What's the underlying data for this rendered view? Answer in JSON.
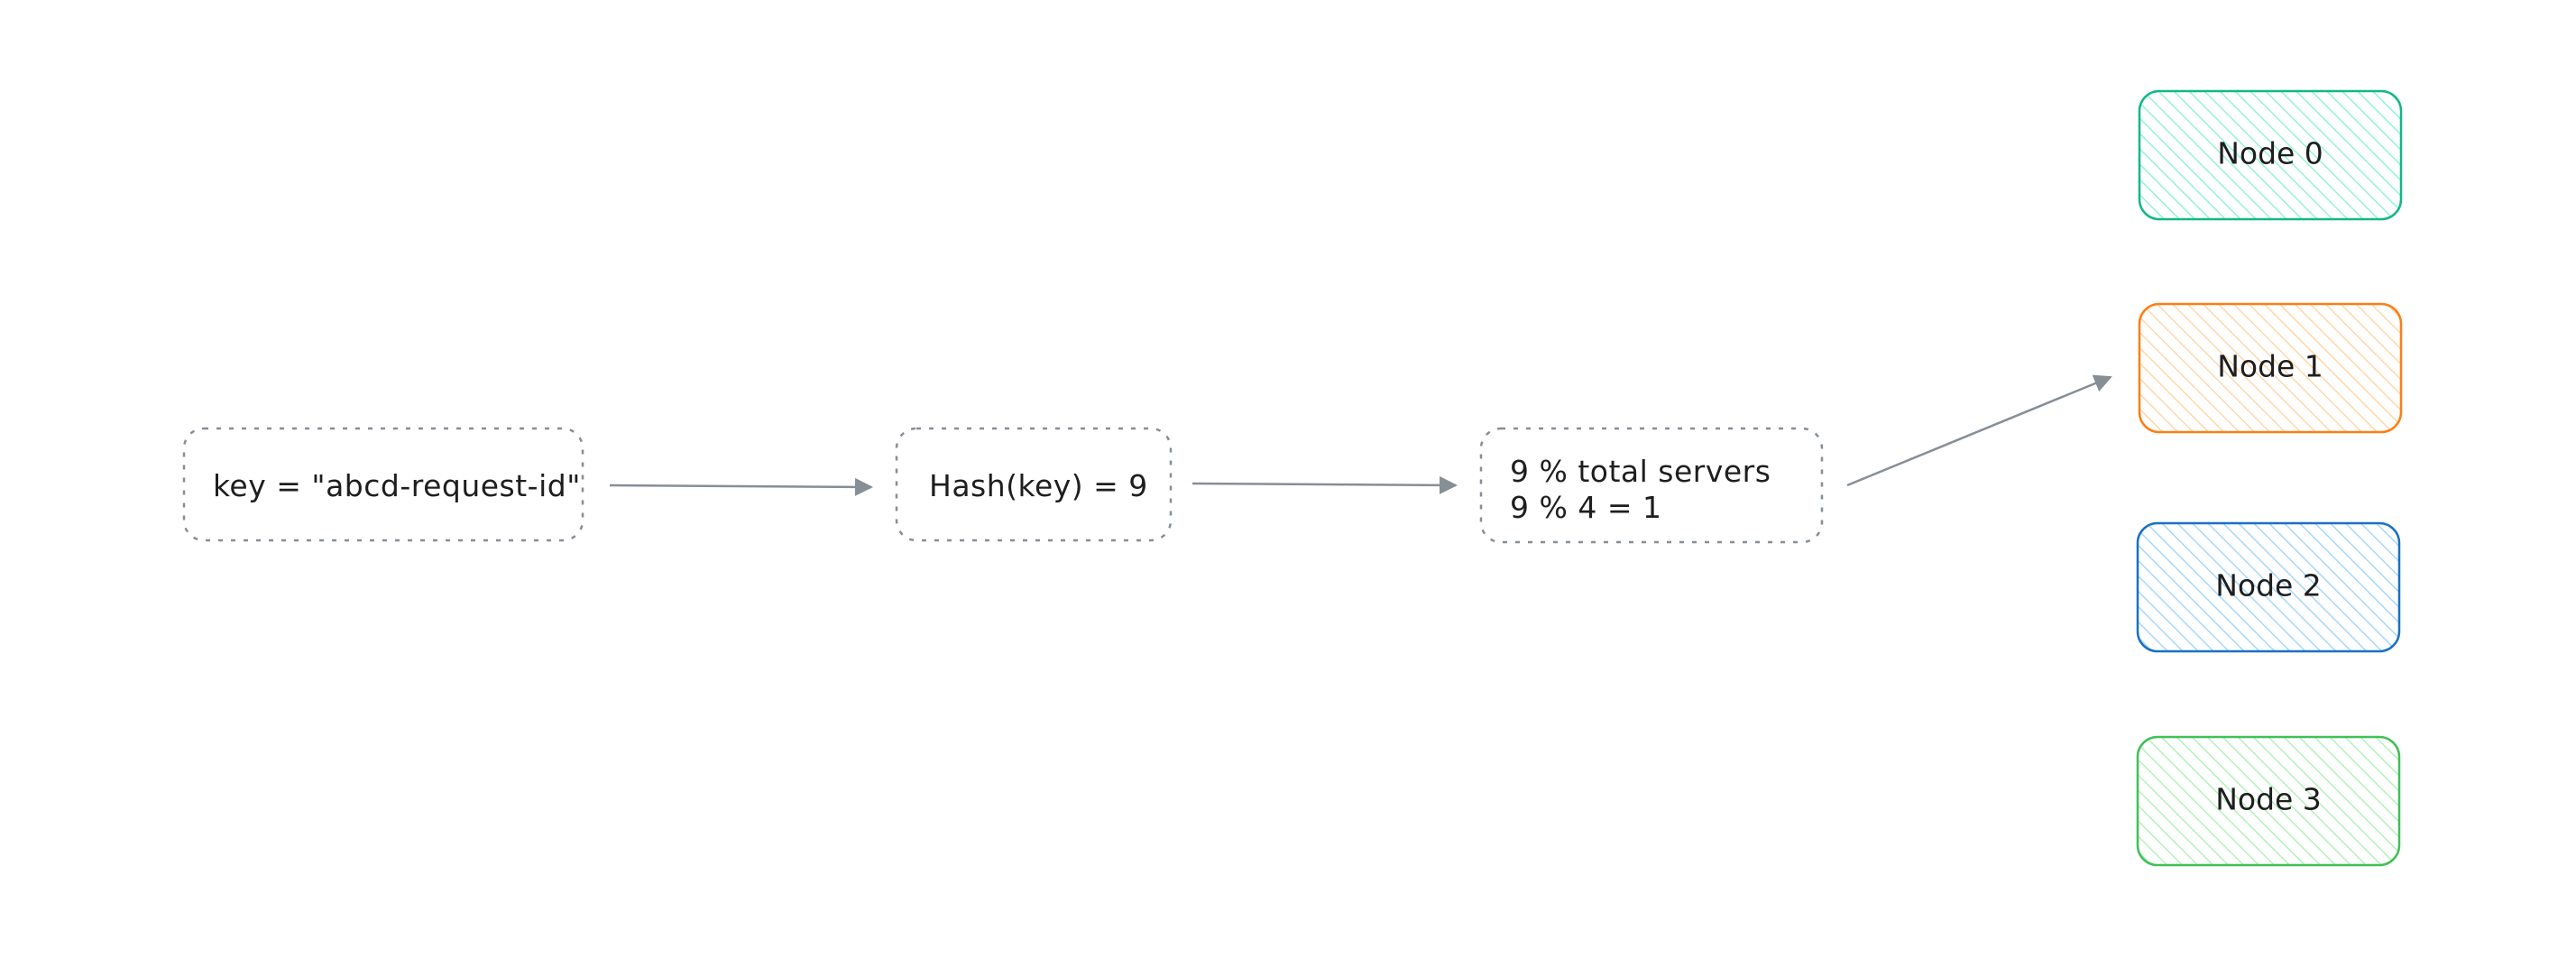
{
  "diagram": {
    "step_key": {
      "label": "key = \"abcd-request-id\""
    },
    "step_hash": {
      "label": "Hash(key) = 9"
    },
    "step_mod": {
      "line1": "9 % total servers",
      "line2": "9 % 4 = 1"
    },
    "nodes": [
      {
        "label": "Node 0",
        "stroke": "#12b886",
        "fill": "#96f2d7"
      },
      {
        "label": "Node 1",
        "stroke": "#fd7e14",
        "fill": "#ffec99"
      },
      {
        "label": "Node 2",
        "stroke": "#1971c2",
        "fill": "#a5d8ff"
      },
      {
        "label": "Node 3",
        "stroke": "#40c057",
        "fill": "#b2f2bb"
      }
    ],
    "colors": {
      "dashed_border": "#868e96",
      "arrow": "#868e96",
      "text": "#1e1e1e"
    }
  }
}
